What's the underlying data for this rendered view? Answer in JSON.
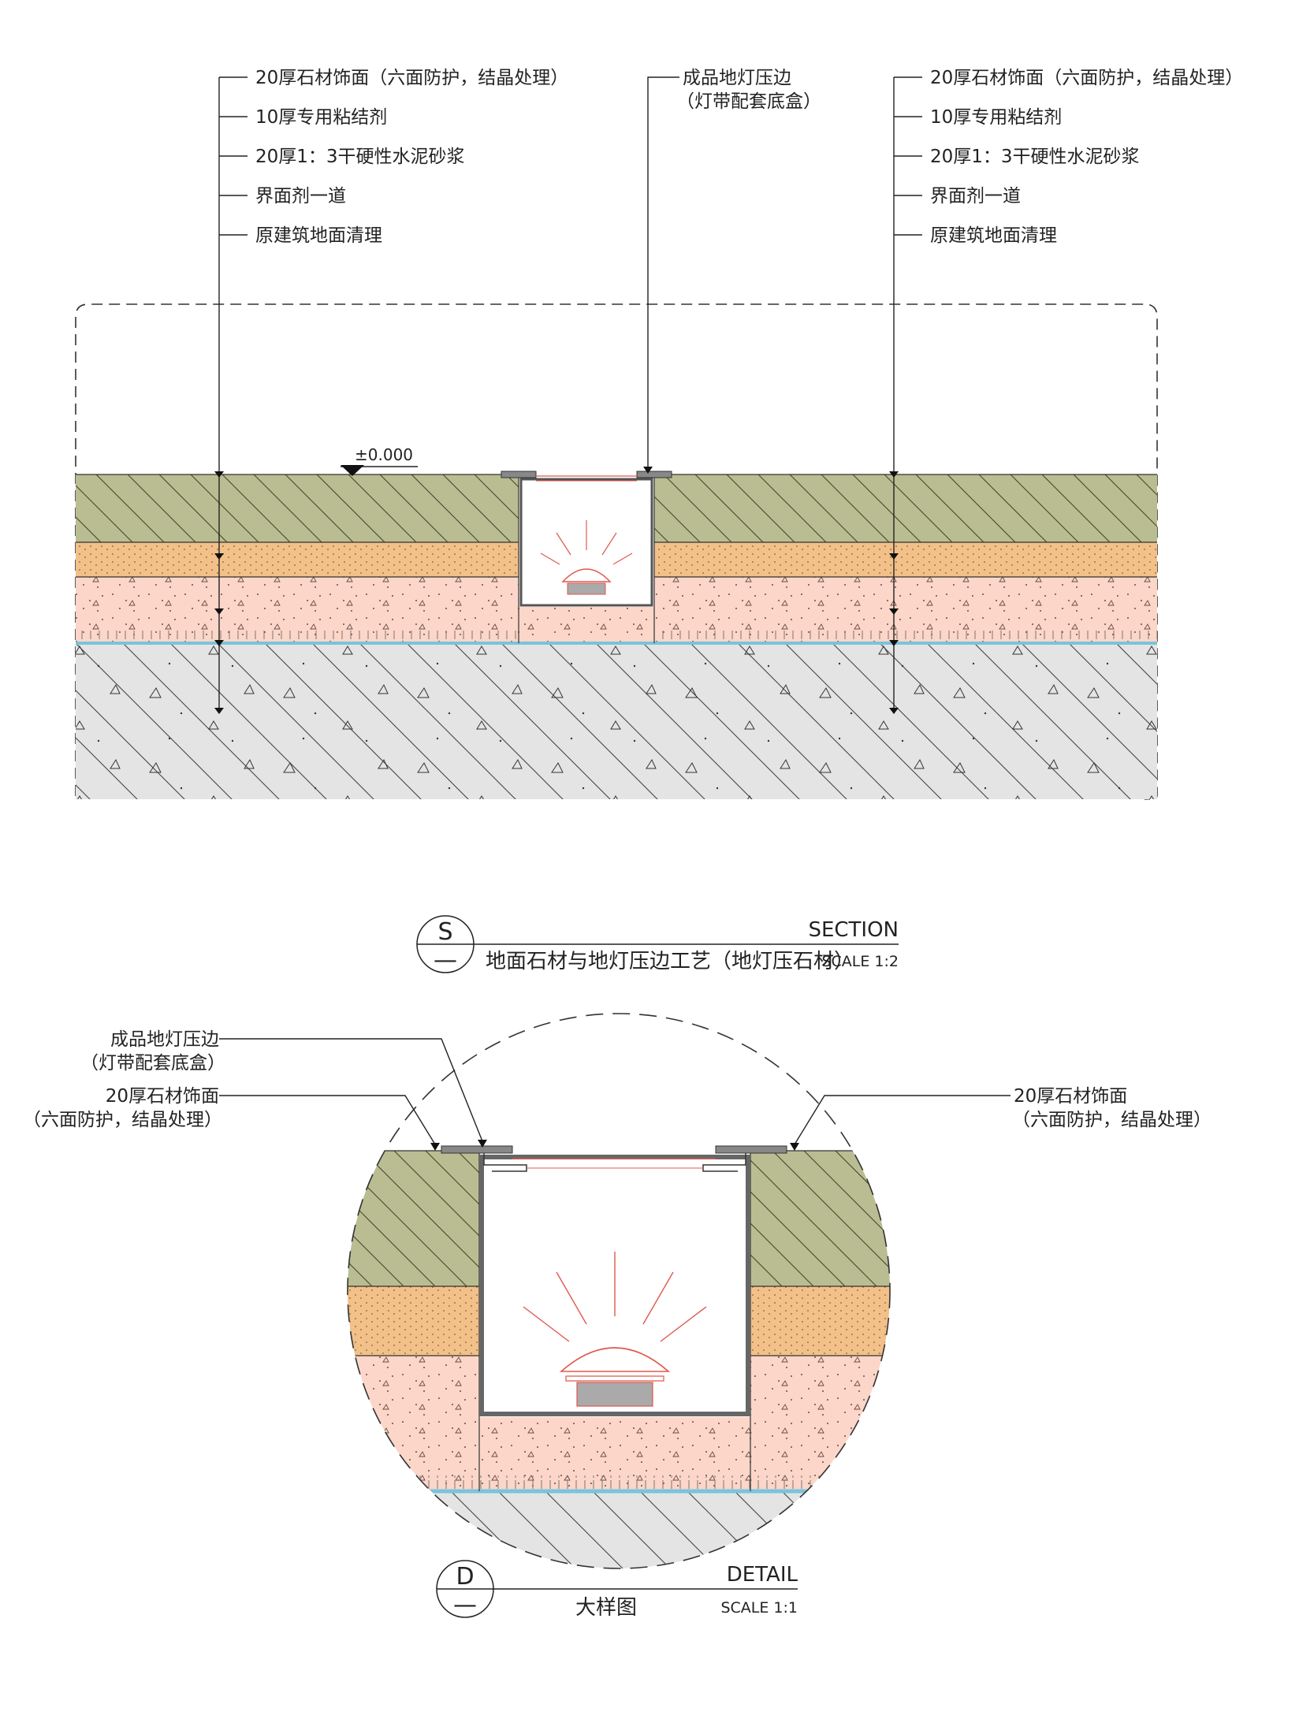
{
  "section": {
    "left_callouts": [
      "20厚石材饰面（六面防护，结晶处理）",
      "10厚专用粘结剂",
      "20厚1：3干硬性水泥砂浆",
      "界面剂一道",
      "原建筑地面清理"
    ],
    "right_callouts": [
      "20厚石材饰面（六面防护，结晶处理）",
      "10厚专用粘结剂",
      "20厚1：3干硬性水泥砂浆",
      "界面剂一道",
      "原建筑地面清理"
    ],
    "middle_callout": [
      "成品地灯压边",
      "（灯带配套底盒）"
    ],
    "elevation": "±0.000"
  },
  "section_title": {
    "symbol": "S",
    "symbol_sub": "—",
    "label_en": "SECTION",
    "label_cn": "地面石材与地灯压边工艺（地灯压石材）",
    "scale": "SCALE 1:2"
  },
  "detail": {
    "callout_light": [
      "成品地灯压边",
      "（灯带配套底盒）"
    ],
    "callout_stone_left": [
      "20厚石材饰面",
      "（六面防护，结晶处理）"
    ],
    "callout_stone_right": [
      "20厚石材饰面",
      "（六面防护，结晶处理）"
    ]
  },
  "detail_title": {
    "symbol": "D",
    "symbol_sub": "—",
    "label_en": "DETAIL",
    "label_cn": "大样图",
    "scale": "SCALE 1:1"
  },
  "colors": {
    "stone": "#b9bd91",
    "adhesive": "#f2c089",
    "mortar": "#fcd6c8",
    "interface": "#79c3de",
    "base": "#e4e4e4",
    "light": "#e0584e",
    "line": "#222222"
  }
}
